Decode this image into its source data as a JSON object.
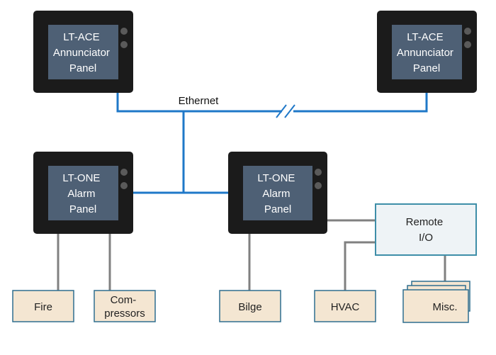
{
  "colors": {
    "ethernet": "#1f78c8",
    "wire": "#808080",
    "device_bezel": "#1b1b1b",
    "device_screen": "#4e6075",
    "device_button": "#5a5a5a",
    "sensor_fill": "#f4e6d2",
    "sensor_border": "#2f6f8f",
    "remote_fill": "#eef3f6",
    "remote_border": "#3e8ea8"
  },
  "network": {
    "ethernet_label": "Ethernet"
  },
  "panels": {
    "ace_left": {
      "lines": [
        "LT-ACE",
        "Annunciator",
        "Panel"
      ]
    },
    "ace_right": {
      "lines": [
        "LT-ACE",
        "Annunciator",
        "Panel"
      ]
    },
    "one_left": {
      "lines": [
        "LT-ONE",
        "Alarm",
        "Panel"
      ]
    },
    "one_right": {
      "lines": [
        "LT-ONE",
        "Alarm",
        "Panel"
      ]
    }
  },
  "remote_io": {
    "lines": [
      "Remote",
      "I/O"
    ]
  },
  "inputs": {
    "fire": {
      "lines": [
        "Fire"
      ]
    },
    "compressors": {
      "lines": [
        "Com-",
        "pressors"
      ]
    },
    "bilge": {
      "lines": [
        "Bilge"
      ]
    },
    "hvac": {
      "lines": [
        "HVAC"
      ]
    },
    "misc": {
      "lines": [
        "Misc."
      ]
    }
  }
}
